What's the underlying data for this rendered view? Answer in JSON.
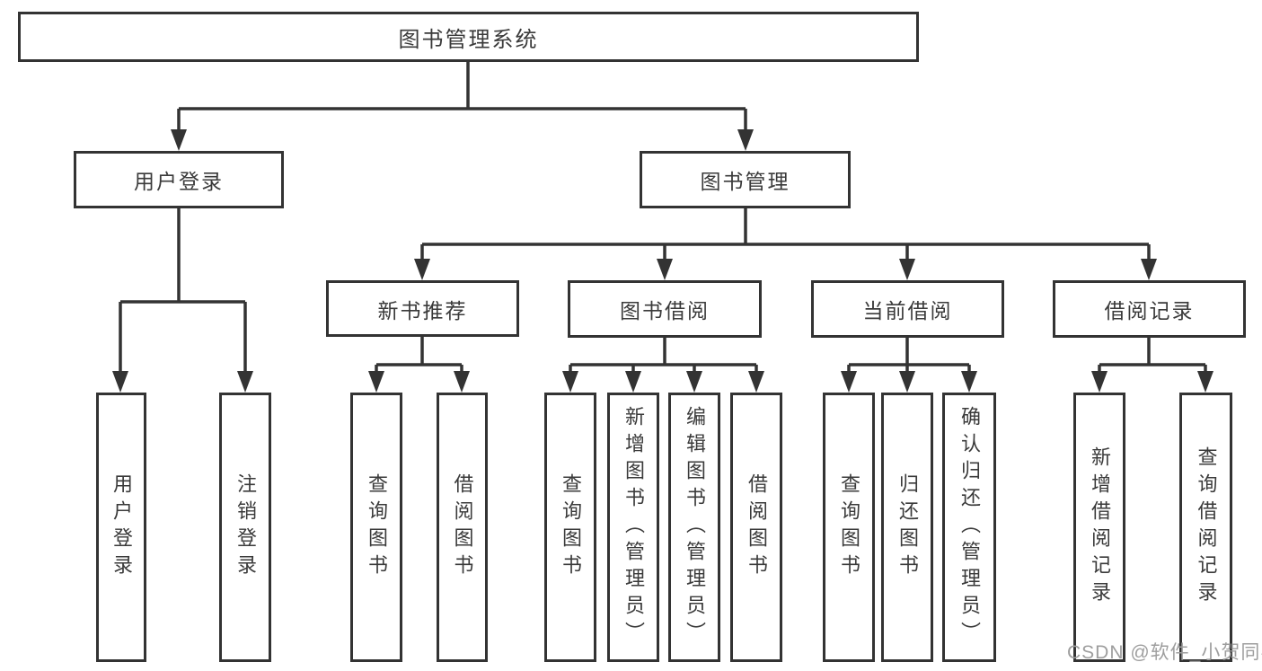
{
  "colors": {
    "line": "#333333",
    "text": "#3a3a3a",
    "box_fill": "#ffffff",
    "background": "#ffffff",
    "watermark": "#9e9e9e"
  },
  "watermark": {
    "text": "CSDN @软件_小贺同学"
  },
  "tree": {
    "root": {
      "label": "图书管理系统"
    },
    "branches": [
      {
        "label": "用户登录",
        "children": [
          {
            "label": "用户登录"
          },
          {
            "label": "注销登录"
          }
        ]
      },
      {
        "label": "图书管理",
        "children": [
          {
            "label": "新书推荐",
            "children": [
              {
                "label": "查询图书"
              },
              {
                "label": "借阅图书"
              }
            ]
          },
          {
            "label": "图书借阅",
            "children": [
              {
                "label": "查询图书"
              },
              {
                "label": "新增图书（管理员）"
              },
              {
                "label": "编辑图书（管理员）"
              },
              {
                "label": "借阅图书"
              }
            ]
          },
          {
            "label": "当前借阅",
            "children": [
              {
                "label": "查询图书"
              },
              {
                "label": "归还图书"
              },
              {
                "label": "确认归还（管理员）"
              }
            ]
          },
          {
            "label": "借阅记录",
            "children": [
              {
                "label": "新增借阅记录"
              },
              {
                "label": "查询借阅记录"
              }
            ]
          }
        ]
      }
    ]
  }
}
